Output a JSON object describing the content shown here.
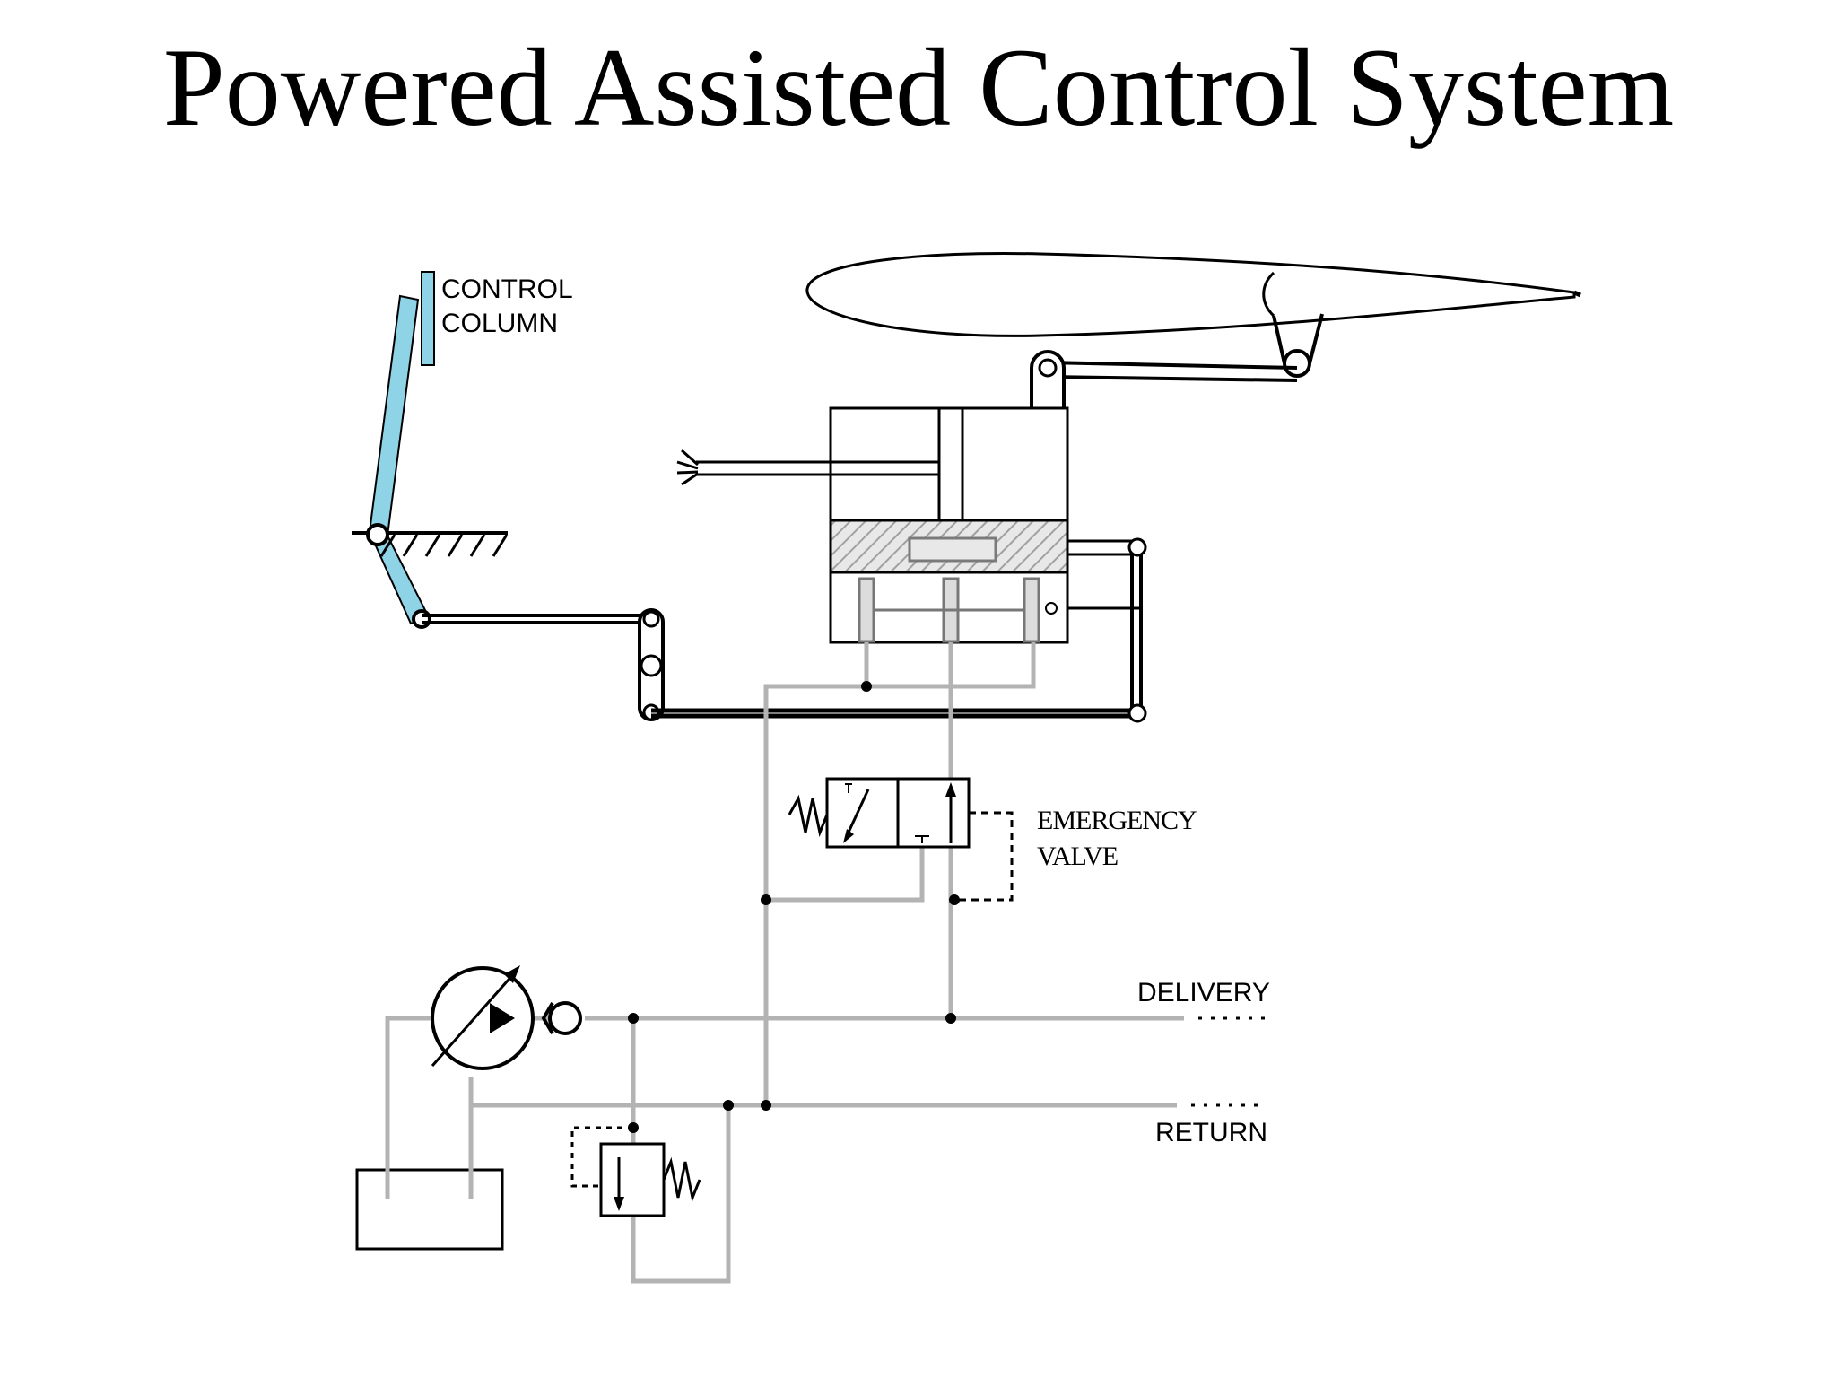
{
  "title": "Powered Assisted Control System",
  "labels": {
    "control_column": [
      "CONTROL",
      "COLUMN"
    ],
    "emergency_valve": [
      "EMERGENCY",
      "VALVE"
    ],
    "delivery": "DELIVERY",
    "return": "RETURN"
  },
  "colors": {
    "line": "#000000",
    "hydraulic_line": "#b3b3b3",
    "column": "#8fd3e6",
    "hatch": "#bdbdbd"
  }
}
